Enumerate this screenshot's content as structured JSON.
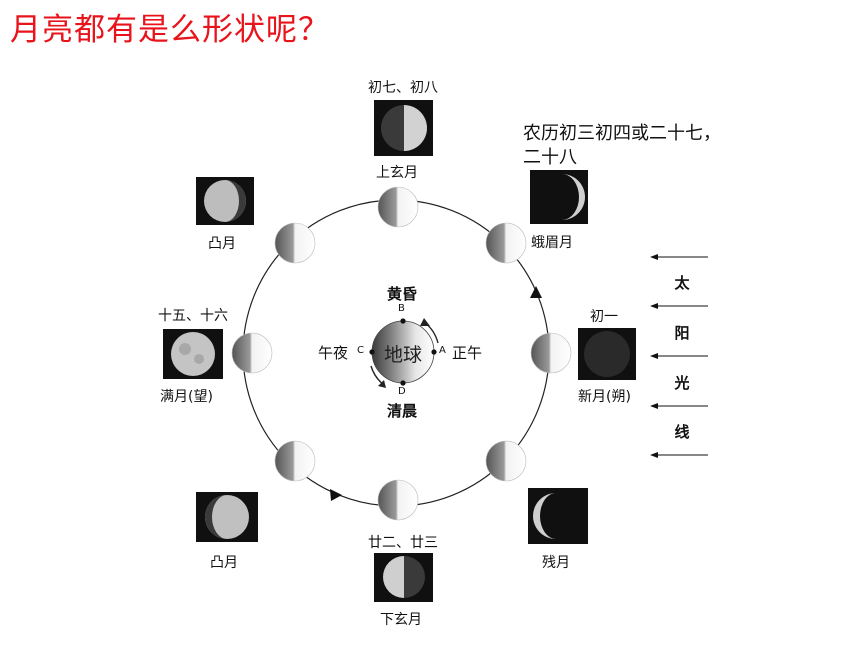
{
  "title": "月亮都有是么形状呢？",
  "note": "农历初三初四或二十七，二十八",
  "earth": {
    "label": "地球",
    "points": {
      "A": "A",
      "B": "B",
      "C": "C",
      "D": "D"
    },
    "times": {
      "noon": "正午",
      "dusk": "黄昏",
      "midnight": "午夜",
      "dawn": "清晨"
    }
  },
  "sun_rays": {
    "chars": [
      "太",
      "阳",
      "光",
      "线"
    ]
  },
  "phases": {
    "new_moon": {
      "date": "初一",
      "name": "新月(朔)"
    },
    "waxing_crescent": {
      "name": "蛾眉月"
    },
    "first_quarter": {
      "date": "初七、初八",
      "name": "上玄月"
    },
    "waxing_gibbous": {
      "name": "凸月"
    },
    "full_moon": {
      "date": "十五、十六",
      "name": "满月(望)"
    },
    "waning_gibbous": {
      "name": "凸月"
    },
    "last_quarter": {
      "date": "廿二、廿三",
      "name": "下玄月"
    },
    "waning_crescent": {
      "name": "残月"
    }
  }
}
